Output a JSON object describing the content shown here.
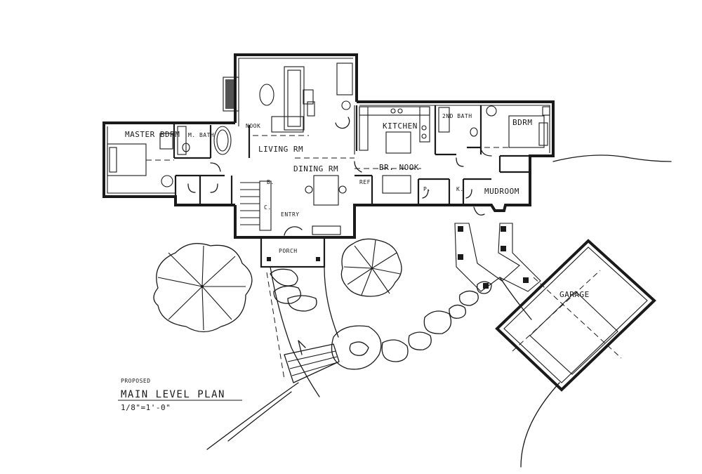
{
  "drawing": {
    "note": "PROPOSED",
    "title": "MAIN LEVEL PLAN",
    "scale": "1/8\"=1'-0\""
  },
  "rooms": {
    "master_bedroom": "MASTER BDRM",
    "master_bath": "M. BATH",
    "nook": "NOOK",
    "living_room": "LIVING RM",
    "dining_room": "DINING RM",
    "kitchen": "KITCHEN",
    "bath_2": "2ND BATH",
    "bedroom": "BDRM",
    "breakfast_nook": "BR. NOOK",
    "ref": "REF",
    "pantry": "P.",
    "closet_k": "K.",
    "closet_b": "B.",
    "coat": "C.",
    "mudroom": "MUDROOM",
    "entry": "ENTRY",
    "porch": "PORCH",
    "garage": "GARAGE"
  }
}
